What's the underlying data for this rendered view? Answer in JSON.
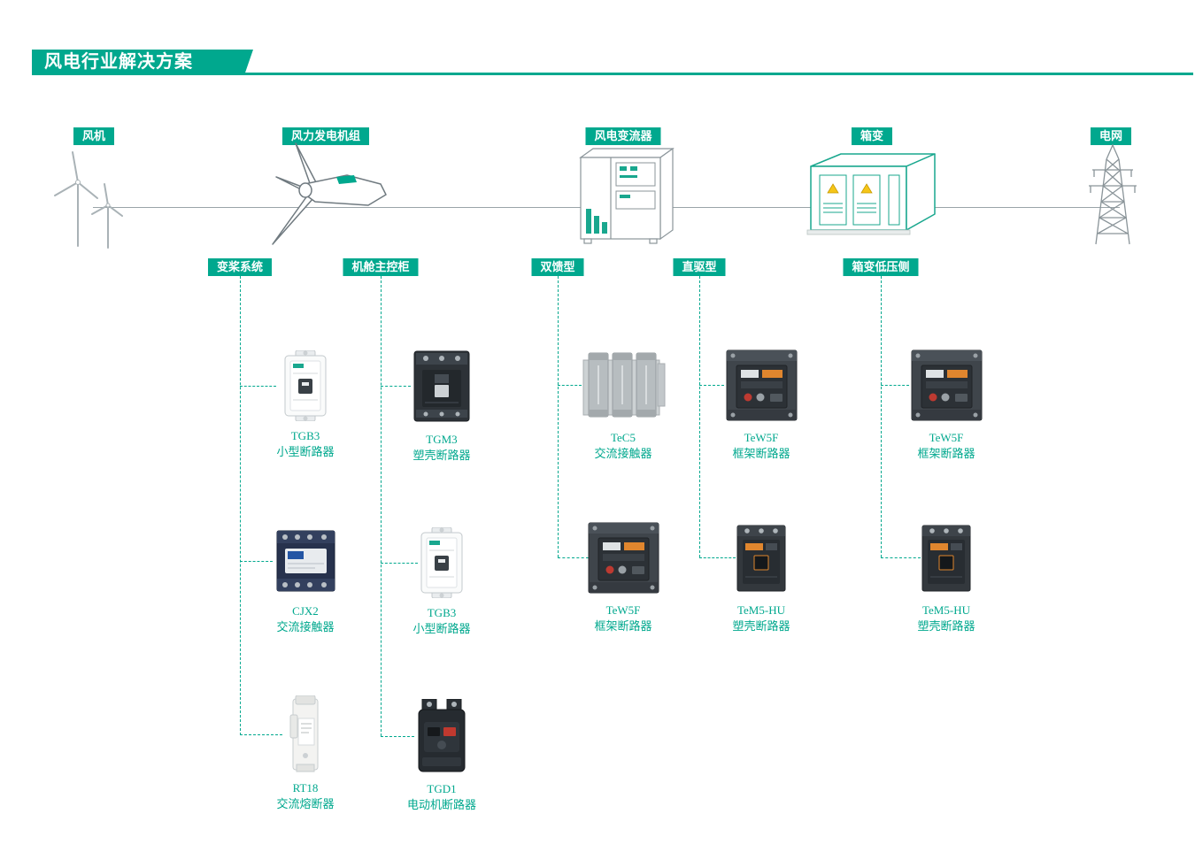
{
  "page": {
    "title": "风电行业解决方案"
  },
  "colors": {
    "accent": "#00A88E",
    "line_gray": "#9aa4a8",
    "warning_yellow": "#f5c518",
    "orange_accent": "#e0862e"
  },
  "equipment": [
    {
      "label": "风机",
      "image": "wind-turbines"
    },
    {
      "label": "风力发电机组",
      "image": "nacelle-generator"
    },
    {
      "label": "风电变流器",
      "image": "converter-cabinet"
    },
    {
      "label": "箱变",
      "image": "box-substation"
    },
    {
      "label": "电网",
      "image": "transmission-tower"
    }
  ],
  "columns": [
    {
      "label": "变桨系统",
      "products": [
        {
          "model": "TGB3",
          "type": "小型断路器",
          "image": "miniature-circuit-breaker"
        },
        {
          "model": "CJX2",
          "type": "交流接触器",
          "image": "ac-contactor"
        },
        {
          "model": "RT18",
          "type": "交流熔断器",
          "image": "ac-fuse"
        }
      ]
    },
    {
      "label": "机舱主控柜",
      "products": [
        {
          "model": "TGM3",
          "type": "塑壳断路器",
          "image": "molded-case-circuit-breaker"
        },
        {
          "model": "TGB3",
          "type": "小型断路器",
          "image": "miniature-circuit-breaker"
        },
        {
          "model": "TGD1",
          "type": "电动机断路器",
          "image": "motor-circuit-breaker"
        }
      ]
    },
    {
      "label": "双馈型",
      "products": [
        {
          "model": "TeC5",
          "type": "交流接触器",
          "image": "ac-contactor-gray"
        },
        {
          "model": "TeW5F",
          "type": "框架断路器",
          "image": "frame-circuit-breaker"
        }
      ]
    },
    {
      "label": "直驱型",
      "products": [
        {
          "model": "TeW5F",
          "type": "框架断路器",
          "image": "frame-circuit-breaker"
        },
        {
          "model": "TeM5-HU",
          "type": "塑壳断路器",
          "image": "molded-case-circuit-breaker-orange"
        }
      ]
    },
    {
      "label": "箱变低压侧",
      "products": [
        {
          "model": "TeW5F",
          "type": "框架断路器",
          "image": "frame-circuit-breaker"
        },
        {
          "model": "TeM5-HU",
          "type": "塑壳断路器",
          "image": "molded-case-circuit-breaker-orange"
        }
      ]
    }
  ]
}
